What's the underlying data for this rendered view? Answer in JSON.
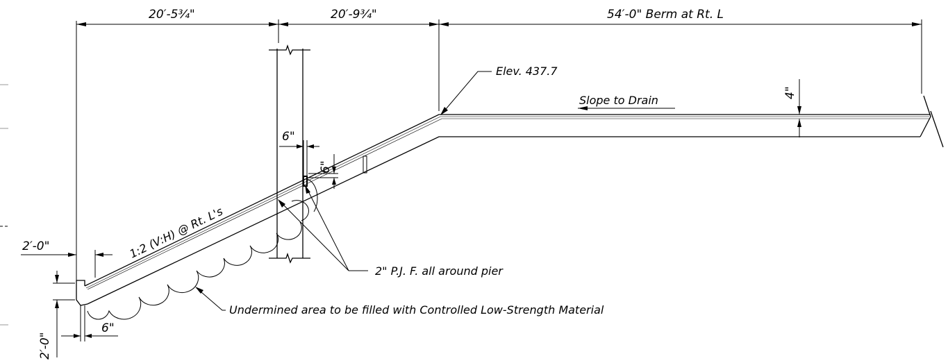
{
  "dimensions": {
    "span_left": "20′-5¾\"",
    "span_mid": "20′-9¾\"",
    "span_right": "54′-0\" Berm at Rt. L",
    "left_offset": "2′-0\"",
    "bottom_depth": "2′-0\"",
    "toe_width": "6\"",
    "pier_gap_h": "6\"",
    "pier_gap_v": "6\"",
    "slab_thickness": "4\""
  },
  "notes": {
    "elevation": "Elev. 437.7",
    "slope_to_drain": "Slope to Drain",
    "slope_ratio": "1:2 (V:H) @ Rt. L's",
    "pjf": "2\" P.J. F. all around pier",
    "undermined": "Undermined area to be filled with Controlled Low-Strength Material"
  }
}
